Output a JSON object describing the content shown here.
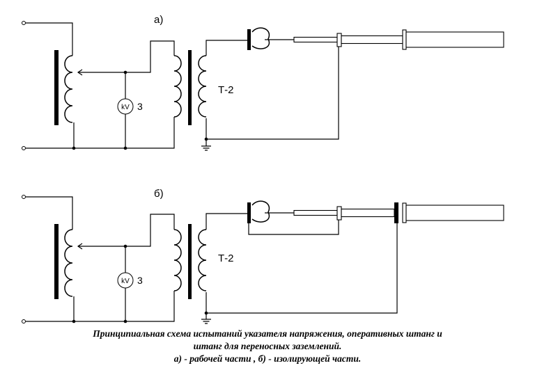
{
  "diagrams": [
    {
      "label": "а)",
      "voltmeter_label": "kV",
      "voltmeter_ref": "3",
      "transformer_label": "Т-2",
      "part_tested": "working"
    },
    {
      "label": "б)",
      "voltmeter_label": "kV",
      "voltmeter_ref": "3",
      "transformer_label": "Т-2",
      "part_tested": "insulating"
    }
  ],
  "caption": {
    "line1": "Принципиальная схема испытаний указателя напряжения, оперативных штанг и",
    "line2": "штанг для переносных заземлений.",
    "line3": "а) - рабочей части , б) - изолирующей части."
  }
}
